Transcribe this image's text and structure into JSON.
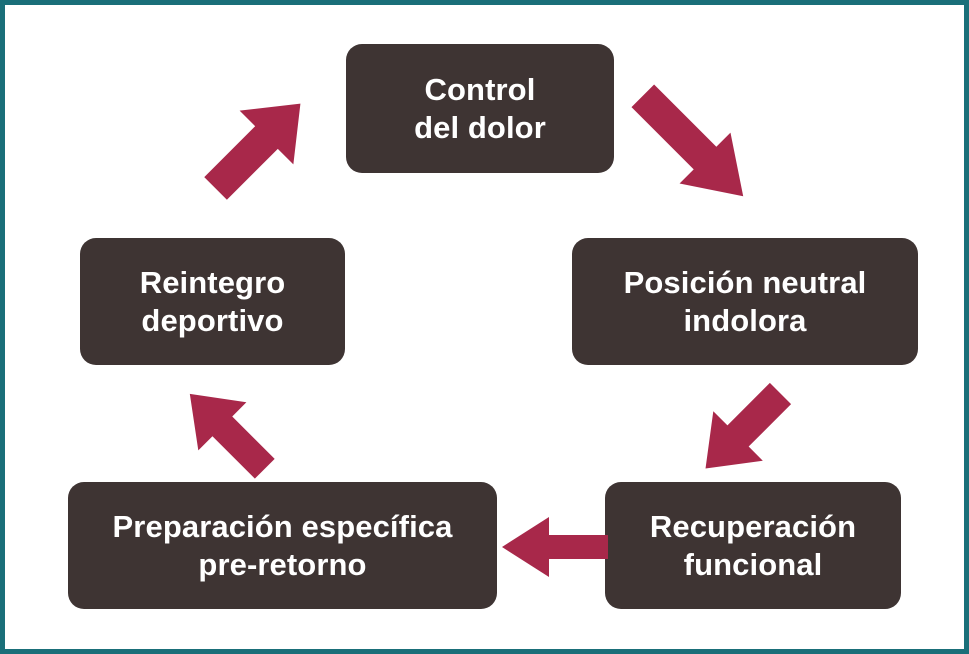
{
  "diagram": {
    "type": "cycle-flow",
    "direction": "clockwise",
    "title": "",
    "colors": {
      "frame": "#1a6f79",
      "node_fill": "#3e3433",
      "node_text": "#ffffff",
      "arrow": "#a8284a",
      "background": "#ffffff"
    },
    "nodes": [
      {
        "id": "control",
        "label": "Control\ndel dolor",
        "order": 1
      },
      {
        "id": "posicion",
        "label": "Posición neutral\nindolora",
        "order": 2
      },
      {
        "id": "recuperacion",
        "label": "Recuperación\nfuncional",
        "order": 3
      },
      {
        "id": "preparacion",
        "label": "Preparación específica\npre-retorno",
        "order": 4
      },
      {
        "id": "reintegro",
        "label": "Reintegro\ndeportivo",
        "order": 5
      }
    ],
    "arrows": [
      {
        "id": "control-to-posicion",
        "from": "control",
        "to": "posicion",
        "direction": "down-right"
      },
      {
        "id": "posicion-to-recup",
        "from": "posicion",
        "to": "recuperacion",
        "direction": "down-left"
      },
      {
        "id": "recup-to-prep",
        "from": "recuperacion",
        "to": "preparacion",
        "direction": "left"
      },
      {
        "id": "prep-to-reintegro",
        "from": "preparacion",
        "to": "reintegro",
        "direction": "up-left"
      },
      {
        "id": "reintegro-to-control",
        "from": "reintegro",
        "to": "control",
        "direction": "up-right"
      }
    ]
  }
}
